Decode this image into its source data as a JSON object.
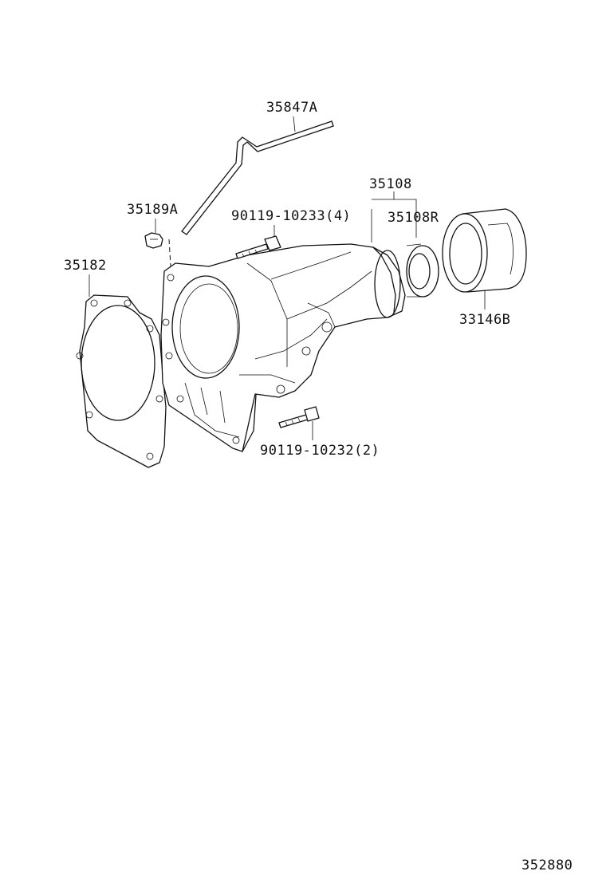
{
  "diagram_number": "352880",
  "parts": {
    "breather_tube": "35847A",
    "breather_plug": "35189A",
    "gasket": "35182",
    "extension_housing": "35108",
    "oil_seal": "35108R",
    "dust_cover": "33146B",
    "bolt_upper": "90119-10233(4)",
    "bolt_lower": "90119-10232(2)"
  }
}
